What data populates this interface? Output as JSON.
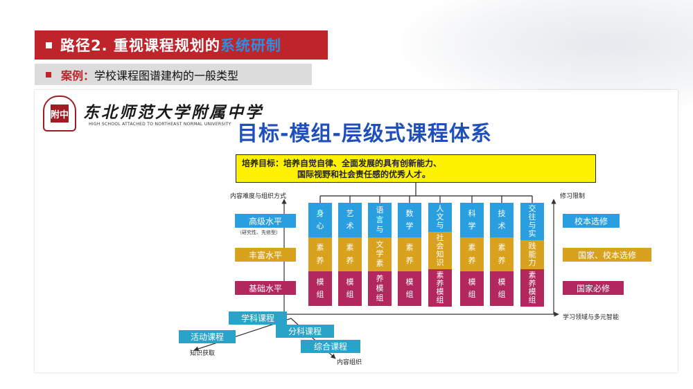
{
  "header": {
    "title_prefix": "路径2. 重视课程规划的",
    "title_highlight": "系统研制",
    "case_label": "案例：",
    "case_text": "学校课程图谱建构的一般类型"
  },
  "school": {
    "logo_text": "附中",
    "name": "东北师范大学附属中学",
    "name_en": "HIGH SCHOOL ATTACHED TO NORTHEAST NORMAL UNIVERSITY"
  },
  "diagram": {
    "title": "目标-模组-层级式课程体系",
    "goal_line1": "培养目标：培养自觉自律、全面发展的具有创新能力、",
    "goal_line2": "国际视野和社会责任感的优秀人才。",
    "left_axis_label": "内容难度与组织方式",
    "right_axis_label": "修习限制",
    "x_axis_label": "学习领域与多元智能",
    "left_levels": [
      {
        "label": "高级水平",
        "color": "#2a9fe0"
      },
      {
        "label": "丰富水平",
        "color": "#d8a21e"
      },
      {
        "label": "基础水平",
        "color": "#b3275f"
      }
    ],
    "left_note": "（研究性、先修型）",
    "right_levels": [
      {
        "label": "校本选修",
        "color": "#2a9fe0"
      },
      {
        "label": "国家、校本选修",
        "color": "#d8a21e"
      },
      {
        "label": "国家必修",
        "color": "#b3275f"
      }
    ],
    "columns": [
      {
        "top": [
          "身",
          "心"
        ],
        "mid": [
          "素",
          "养"
        ],
        "bot": [
          "模",
          "组"
        ]
      },
      {
        "top": [
          "艺",
          "术"
        ],
        "mid": [
          "素",
          "养"
        ],
        "bot": [
          "模",
          "组"
        ]
      },
      {
        "top": [
          "语",
          "言",
          "与"
        ],
        "mid": [
          "文",
          "学",
          "素"
        ],
        "bot": [
          "养",
          "模",
          "组"
        ]
      },
      {
        "top": [
          "数",
          "学"
        ],
        "mid": [
          "素",
          "养"
        ],
        "bot": [
          "模",
          "组"
        ]
      },
      {
        "top": [
          "人",
          "文",
          "与"
        ],
        "mid": [
          "社",
          "会",
          "知",
          "识"
        ],
        "bot": [
          "素",
          "养",
          "模",
          "组"
        ]
      },
      {
        "top": [
          "科",
          "学"
        ],
        "mid": [
          "素",
          "养"
        ],
        "bot": [
          "模",
          "组"
        ]
      },
      {
        "top": [
          "技",
          "术"
        ],
        "mid": [
          "素",
          "养"
        ],
        "bot": [
          "模",
          "组"
        ]
      },
      {
        "top": [
          "交",
          "往",
          "与",
          "实"
        ],
        "mid": [
          "践",
          "能",
          "力"
        ],
        "bot": [
          "素",
          "养",
          "模",
          "组"
        ]
      }
    ],
    "courses": {
      "subject": "学科课程",
      "activity": "活动课程",
      "divided": "分科课程",
      "integrated": "综合课程"
    },
    "bottom_left_label": "知识获取",
    "bottom_right_label": "内容组织"
  }
}
